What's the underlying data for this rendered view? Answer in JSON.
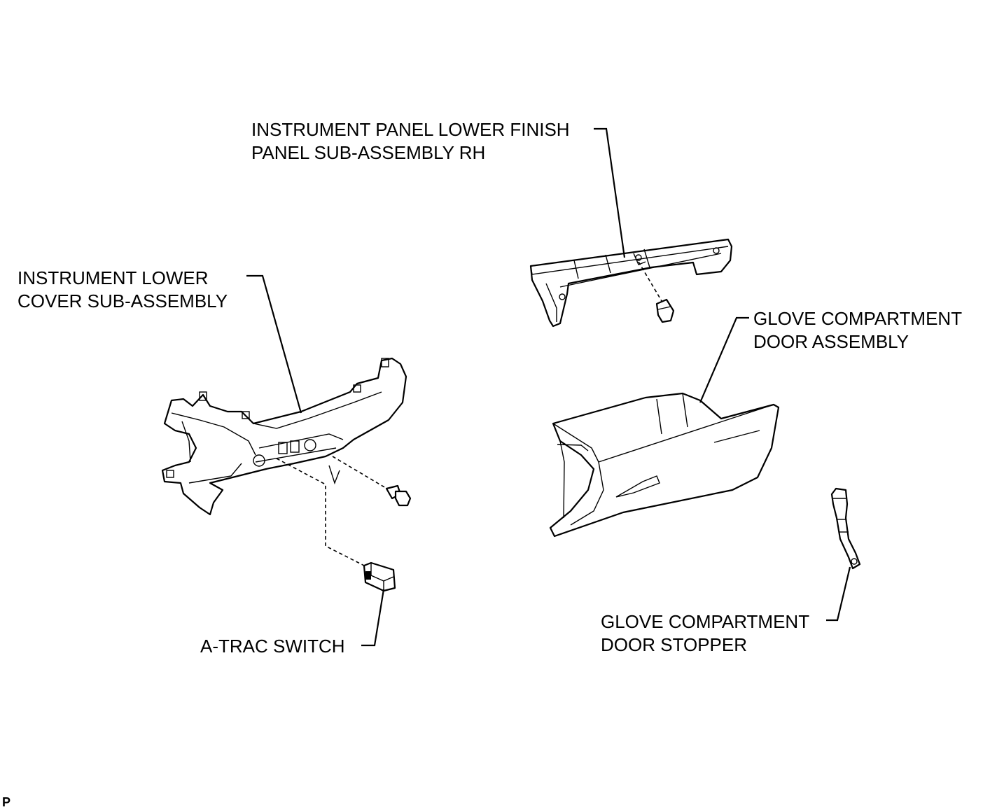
{
  "labels": {
    "finish_panel": {
      "line1": "INSTRUMENT PANEL LOWER FINISH",
      "line2": "PANEL SUB-ASSEMBLY RH"
    },
    "lower_cover": {
      "line1": "INSTRUMENT LOWER",
      "line2": "COVER SUB-ASSEMBLY"
    },
    "glove_door": {
      "line1": "GLOVE COMPARTMENT",
      "line2": "DOOR ASSEMBLY"
    },
    "atrac_switch": {
      "line1": "A-TRAC SWITCH"
    },
    "door_stopper": {
      "line1": "GLOVE COMPARTMENT",
      "line2": "DOOR STOPPER"
    }
  },
  "corner_code": "P"
}
